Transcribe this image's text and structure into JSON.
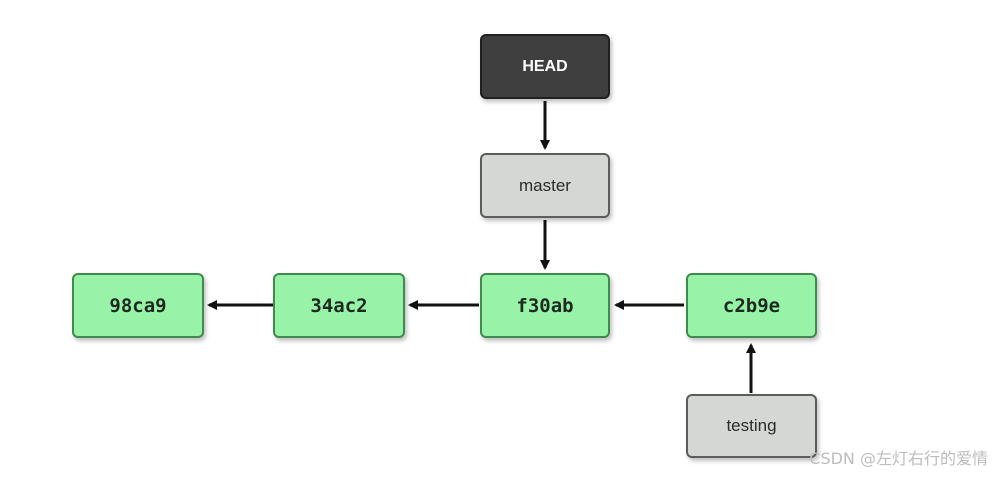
{
  "diagram": {
    "head": {
      "label": "HEAD"
    },
    "branches": {
      "master": {
        "label": "master"
      },
      "testing": {
        "label": "testing"
      }
    },
    "commits": [
      {
        "id": "98ca9"
      },
      {
        "id": "34ac2"
      },
      {
        "id": "f30ab"
      },
      {
        "id": "c2b9e"
      }
    ]
  },
  "watermark": "CSDN @左灯右行的爱情",
  "colors": {
    "commit_fill": "#98f3a8",
    "commit_border": "#3f8a4d",
    "branch_fill": "#d4d7d4",
    "head_fill": "#3f3f3f",
    "arrow": "#111111"
  }
}
